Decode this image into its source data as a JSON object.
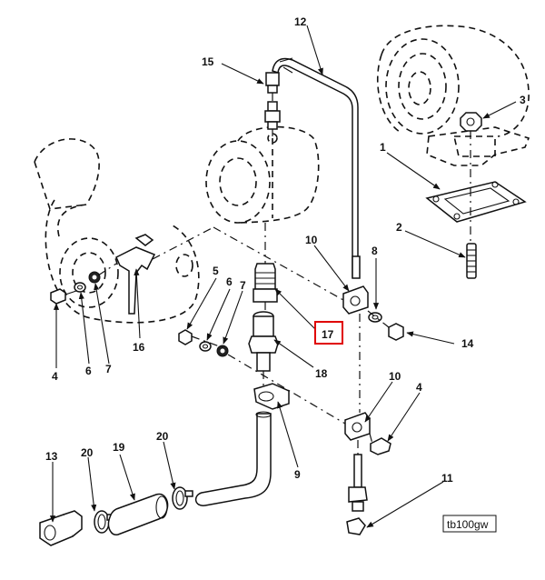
{
  "figure": {
    "id_tag": "tb100gw",
    "highlight_color": "#e00000",
    "highlighted_callout": "17"
  },
  "callouts": {
    "c1": "1",
    "c2": "2",
    "c3": "3",
    "c4a": "4",
    "c4b": "4",
    "c5": "5",
    "c6a": "6",
    "c6b": "6",
    "c7a": "7",
    "c7b": "7",
    "c8": "8",
    "c9": "9",
    "c10a": "10",
    "c10b": "10",
    "c11": "11",
    "c12": "12",
    "c13": "13",
    "c14": "14",
    "c15": "15",
    "c16": "16",
    "c17": "17",
    "c18": "18",
    "c19": "19",
    "c20a": "20",
    "c20b": "20"
  }
}
